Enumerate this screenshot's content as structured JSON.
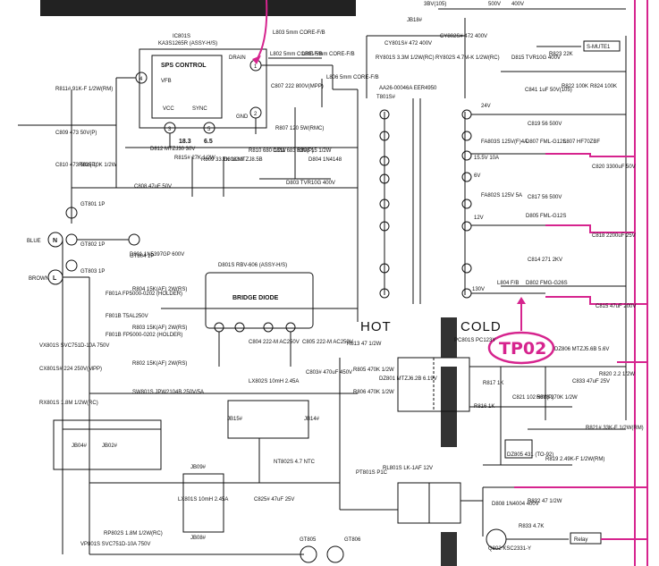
{
  "colors": {
    "wire": "#111111",
    "highlight": "#d6248e",
    "background": "#ffffff"
  },
  "header": {
    "jb18": "JB18#",
    "cap_top1": "500V",
    "cap_top2": "400V",
    "volt_top": "3BV(105)"
  },
  "ic801": {
    "ref": "IC801S",
    "part": "KA3S1265R (ASSY-H/S)",
    "title": "SPS CONTROL",
    "pin_drain": "DRAIN",
    "pin_vfb": "VFB",
    "pin_vcc": "VCC",
    "pin_sync": "SYNC",
    "pin_gnd": "GND",
    "pin1": "1",
    "pin2": "2",
    "pin3": "3",
    "pin4": "4",
    "pin5": "5",
    "v_vcc": "18.3",
    "v_sync": "6.5"
  },
  "components": {
    "l803": "L803 5mm CORE-F/B",
    "l802": "L802 5mm CORE-F/B",
    "l801": "L801 5mm CORE-F/B",
    "l806": "L806 5mm CORE-F/B",
    "c807": "C807 222 800V(MPP)",
    "r807": "R807 120 5W(RMC)",
    "r811": "R811# 91K-F 1/2W(RM)",
    "c809": "C809 473 50V(P)",
    "c810": "C810 473 50V(P)",
    "r825": "R825 10K 1/2W",
    "d812": "D812 MTZJ30 30V",
    "r815": "R815# 27K 1/2W",
    "r810": "R810 680 1/2W",
    "c811": "C811 683 63V(P)",
    "r808": "R808 15 1/2W",
    "c808": "C808 47uF 50V",
    "r809": "R809 33.2K 1/2W",
    "d809": "D809 MTZJ8.2B",
    "d808": "D808 MTZJ8.5B",
    "d803": "D803 TVR10G 400V",
    "d804": "D804 1N4148",
    "c801": "CY801S# 472 400V",
    "c802": "CY802S# 472 400V",
    "ry801": "RY801S 3.3M 1/2W(RC)",
    "ry802": "RY802S 4.7M-K 1/2W(RC)",
    "t801": "T801S#",
    "t801_part": "AA26-00046A EER4950",
    "fa803": "FA803S 125V(F)4A",
    "fa802": "FA802S 125V 5A",
    "v_24": "24V",
    "v_155": "15.5V 10A",
    "v_6": "6V",
    "v_12": "12V",
    "v_130": "130V",
    "d815": "D815 TVR10G 400V",
    "c841": "C841 1uF 50V(105)",
    "r823": "R823 22K",
    "r822": "R822 100K",
    "r824": "R824 100K",
    "c819": "C819 56 500V",
    "d807": "D807 FML-G12S",
    "l807": "L807 HF70ZBF",
    "c820": "C820 3300uF 50V",
    "c817": "C817 56 500V",
    "d805": "D805 FML-G12S",
    "c818": "C818 2200uF 25V",
    "c814": "C814 271 2KV",
    "d802": "D802 FMG-G26S",
    "l804": "L804 F/B",
    "c815": "C815 47uF 200V",
    "gt801": "GT801 1P",
    "gt802": "GT802 1P",
    "gt803": "GT803 1P",
    "gt804": "GT804 1P",
    "blue": "BLUE",
    "brown": "BROWN",
    "n": "N",
    "l": "L",
    "f801": "F801A FP5000-0202 (HOLDER)",
    "f801b": "F801B T5AL250V",
    "f801c": "F801B FP5000-0202 (HOLDER)",
    "vx801": "VX801S SVC751D-10A 750V",
    "cx801": "CX801S# 224 250V(MPP)",
    "rx801": "RX801S 1.8M 1/2W(RC)",
    "sw801": "SW801S JPW2104B 250V/5A",
    "d801": "D801 1N5397GP 600V",
    "d801s": "D801S RBV-606 (ASSY-H/S)",
    "bridge": "BRIDGE DIODE",
    "r804": "R804 15K(AF) 2W(RS)",
    "r803": "R803 15K(AF) 2W(RS)",
    "r802": "R802 15K(AF) 2W(RS)",
    "c804": "C804 222-M AC250V",
    "c805": "C805 222-M AC250V",
    "c803": "C803# 470uF 450V",
    "r813": "R813 47 1/2W",
    "r805": "R805 470K 1/2W",
    "r806": "R806 470K 1/2W",
    "lx802": "LX802S 10mH 2.45A",
    "nt802": "NT802S 4.7 NTC",
    "lx801": "LX801S 10mH 2.45A",
    "c825": "C825# 47uF 25V",
    "pt801": "PT801S P1C",
    "rl801": "RL801S LK-1AF 12V",
    "rp802": "RP802S 1.8M 1/2W(RC)",
    "vp801": "VP801S SVC751D-10A 750V",
    "gt805": "GT805",
    "gt806": "GT806",
    "pc801": "PC801S PC123Y",
    "dz801": "DZ801 MTZJ6.2B 6.19V",
    "r817": "R817 1K",
    "r816": "R816 1K",
    "c821": "C821 102 50V(P)",
    "r818": "R818 270K 1/2W",
    "dz805": "DZ805 431 (TO-92)",
    "r819": "R819 2.49K-F 1/2W(RM)",
    "r821": "R821# 33K-F 1/2W(RM)",
    "dz806": "DZ806 MTZJ5.6B 5.6V",
    "c833": "C833 47uF 25V",
    "r820": "R820 2.2 1/2W",
    "d808b": "D808 1N4004 400V",
    "r832": "R832 47 1/2W",
    "r833": "R833 4.7K",
    "q802": "Q802 KSC2331-Y",
    "jb814": "JB14#",
    "jb815": "JB15#",
    "jb809": "JB09#",
    "jb808": "JB08#",
    "jb802": "JB02#",
    "jb804": "JB04#"
  },
  "labels": {
    "hot": "HOT",
    "cold": "COLD",
    "test_point": "TP02",
    "smute": "S-MUTE1",
    "relay": "Relay"
  }
}
